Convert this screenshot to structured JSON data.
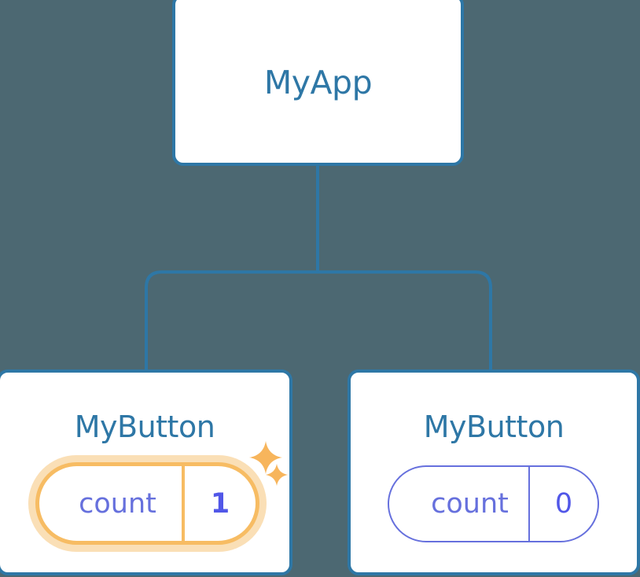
{
  "diagram": {
    "type": "component-tree",
    "background_color": "#4c6872",
    "edge_color": "#2e77a6",
    "nodes": [
      {
        "id": "root",
        "title": "MyApp",
        "has_state_pill": false,
        "highlighted": false
      },
      {
        "id": "child-left",
        "title": "MyButton",
        "has_state_pill": true,
        "highlighted": true,
        "state": {
          "key": "count",
          "value": "1"
        }
      },
      {
        "id": "child-right",
        "title": "MyButton",
        "has_state_pill": true,
        "highlighted": false,
        "state": {
          "key": "count",
          "value": "0"
        }
      }
    ],
    "edges": [
      {
        "from": "root",
        "to": "child-left"
      },
      {
        "from": "root",
        "to": "child-right"
      }
    ]
  },
  "colors": {
    "background": "#4c6872",
    "node_border": "#2e77a6",
    "node_fill": "#ffffff",
    "title_text": "#2e77a6",
    "pill_border": "#6670dd",
    "pill_key_text": "#6670dd",
    "pill_value_text": "#5157e8",
    "highlight_stroke": "#f7bc63",
    "highlight_glow": "#fadfb6",
    "sparkle": "#f7b55c"
  },
  "icons": {
    "sparkle_large": "sparkle-icon",
    "sparkle_small": "sparkle-icon"
  }
}
